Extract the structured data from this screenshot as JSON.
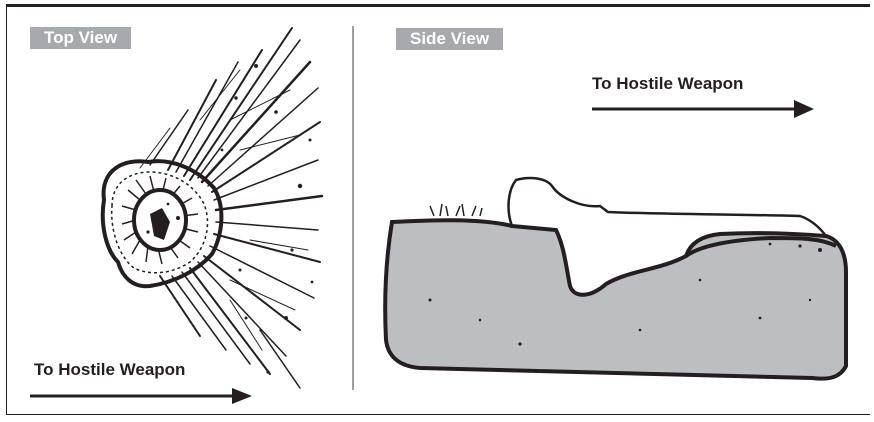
{
  "panels": {
    "top_view": {
      "label": "Top View",
      "direction_caption": "To Hostile Weapon"
    },
    "side_view": {
      "label": "Side View",
      "direction_caption": "To Hostile Weapon"
    }
  },
  "colors": {
    "tab_background": "#a7a9ac",
    "tab_text": "#ffffff",
    "ink": "#231f20",
    "terrain_fill": "#bcbec0",
    "divider": "#9d9d9d"
  }
}
